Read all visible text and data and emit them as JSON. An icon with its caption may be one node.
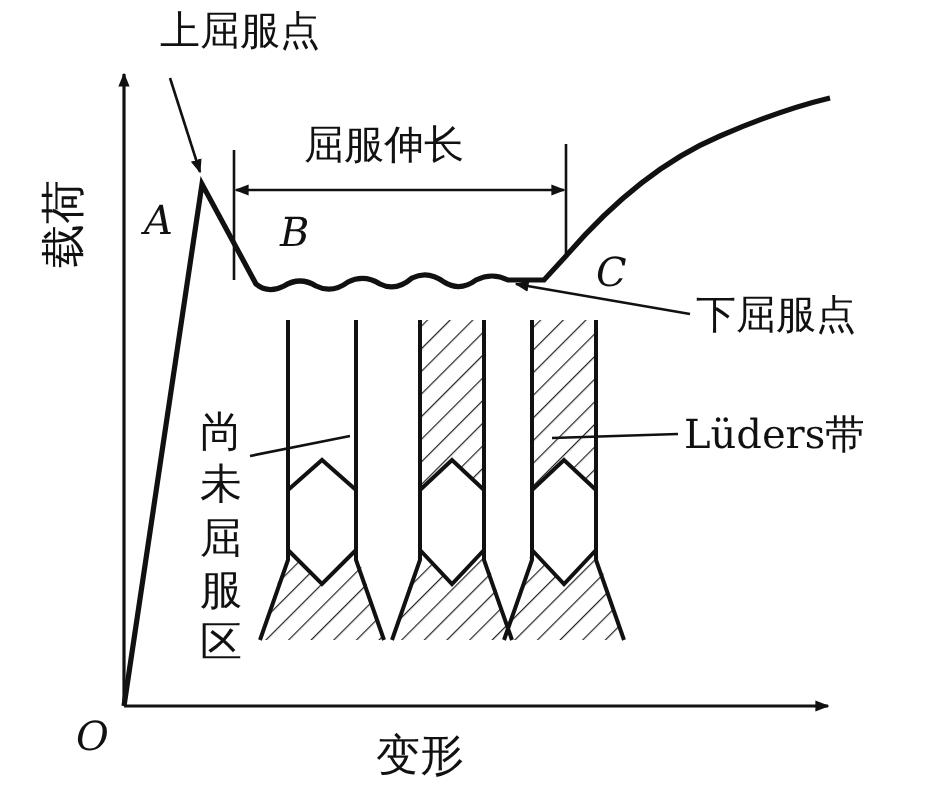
{
  "diagram": {
    "nodes": [
      {
        "text": [
          "上屈服点"
        ]
      },
      {
        "text": [
          "下屈服点"
        ]
      },
      {
        "text": [
          "尚未屈服区"
        ]
      },
      {
        "text": [
          "Lüders带"
        ]
      }
    ],
    "edges": [
      {
        "from": 0,
        "to": null,
        "arrow": "to"
      },
      {
        "from": 1,
        "to": null,
        "arrow": "to"
      },
      {
        "from": 2,
        "to": null,
        "arrow": "none"
      },
      {
        "from": 3,
        "to": null,
        "arrow": "none"
      }
    ],
    "labels": [
      "屈服伸长",
      "A",
      "载荷",
      "B",
      "C",
      "O",
      "变形"
    ]
  }
}
